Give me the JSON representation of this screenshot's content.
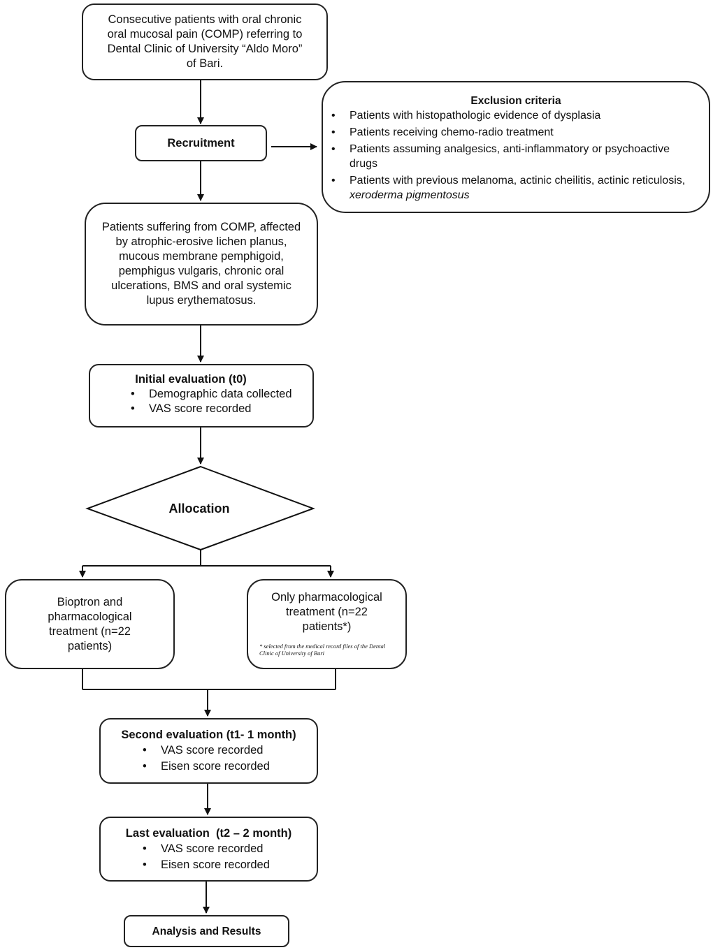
{
  "boxes": {
    "referral": "Consecutive patients with oral chronic oral mucosal pain (COMP) referring to Dental Clinic of University “Aldo Moro” of Bari.",
    "recruitment": "Recruitment",
    "exclusion": {
      "title": "Exclusion criteria",
      "items": [
        {
          "text": "Patients with histopathologic evidence of dysplasia"
        },
        {
          "text": "Patients receiving chemo-radio treatment"
        },
        {
          "text": "Patients assuming analgesics, anti-inflammatory or psychoactive drugs"
        },
        {
          "text": "Patients with previous melanoma, actinic cheilitis, actinic reticulosis, ",
          "italic": "xeroderma pigmentosus"
        }
      ]
    },
    "suffering": "Patients suffering from COMP, affected by atrophic-erosive lichen planus, mucous membrane pemphigoid, pemphigus vulgaris, chronic oral ulcerations, BMS and oral systemic lupus erythematosus.",
    "initial": {
      "title": "Initial evaluation (t0)",
      "items": [
        "Demographic data collected",
        "VAS score recorded"
      ]
    },
    "allocation": "Allocation",
    "bioptron": "Bioptron and pharmacological treatment (n=22 patients)",
    "pharma": {
      "text": "Only pharmacological treatment (n=22 patients*)",
      "footnote": "* selected from the medical record files of the Dental Clinic of University of Bari"
    },
    "second": {
      "title": "Second evaluation (t1- 1 month)",
      "items": [
        "VAS score recorded",
        "Eisen score recorded"
      ]
    },
    "last": {
      "title": "Last evaluation  (t2 – 2 month)",
      "items": [
        "VAS score recorded",
        "Eisen score recorded"
      ]
    },
    "results": "Analysis and Results"
  }
}
